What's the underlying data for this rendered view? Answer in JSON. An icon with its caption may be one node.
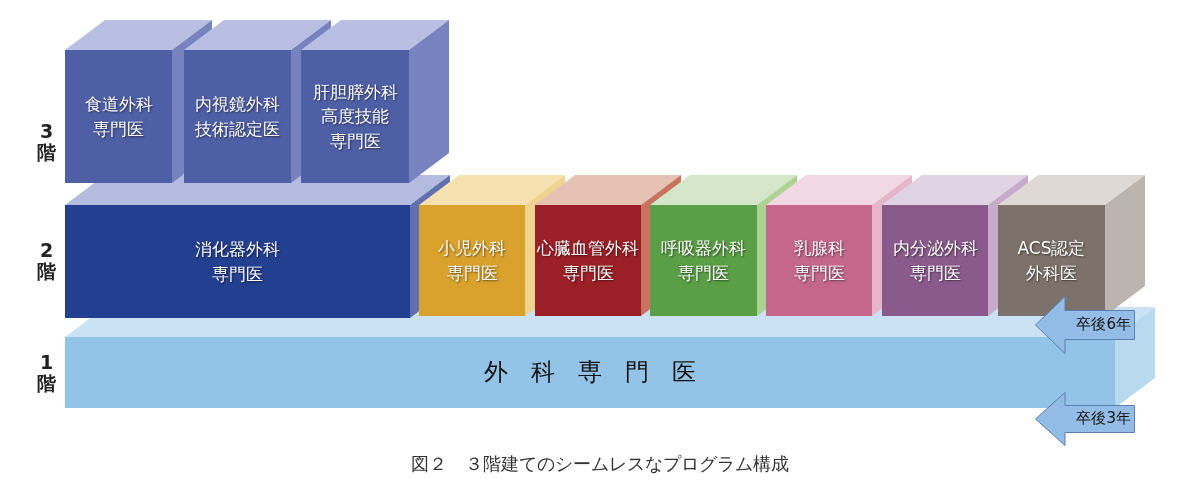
{
  "diagram": {
    "caption": "図２　３階建てのシームレスなプログラム構成",
    "nodes": [
      {
        "text": [
          "食道外科専門医"
        ]
      },
      {
        "text": [
          "内視鏡外科技術認定医"
        ]
      },
      {
        "text": [
          "肝胆膵外科高度技能専門医"
        ]
      },
      {
        "text": [
          "消化器外科専門医"
        ]
      },
      {
        "text": [
          "小児外科専門医"
        ]
      },
      {
        "text": [
          "心臓血管外科専門医"
        ]
      },
      {
        "text": [
          "呼吸器外科専門医"
        ]
      },
      {
        "text": [
          "乳腺科専門医"
        ]
      },
      {
        "text": [
          "内分泌外科専門医"
        ]
      },
      {
        "text": [
          "ACS認定外科医"
        ]
      },
      {
        "text": [
          "卒後6年"
        ]
      },
      {
        "text": [
          "外科専門医"
        ]
      },
      {
        "text": [
          "卒後3年"
        ]
      }
    ],
    "labels": [
      "3階",
      "2階",
      "1階"
    ]
  }
}
